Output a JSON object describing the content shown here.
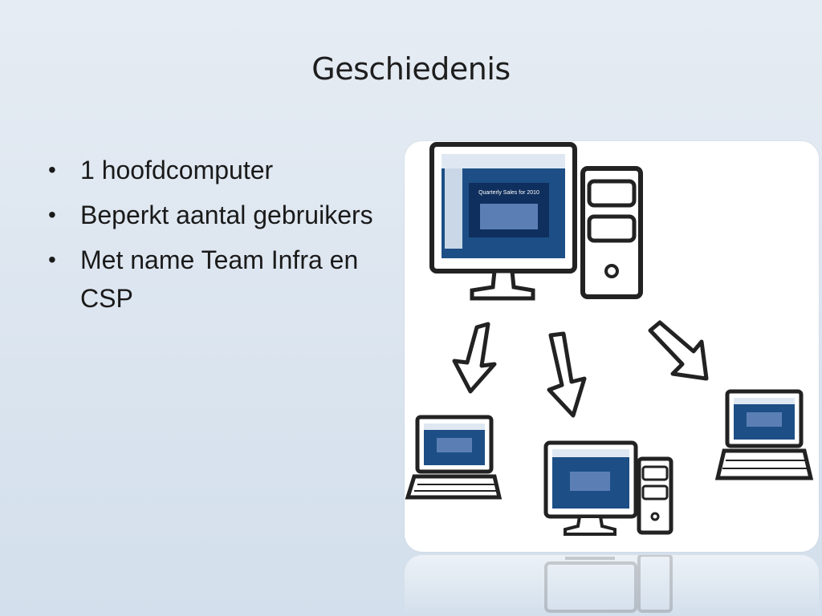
{
  "slide": {
    "title": "Geschiedenis",
    "bullets": [
      {
        "text": "1 hoofdcomputer"
      },
      {
        "text": "Beperkt aantal gebruikers"
      },
      {
        "text": "Met name Team Infra en CSP"
      }
    ]
  },
  "illustration": {
    "screen_caption": "Quarterly Sales for 2010",
    "colors": {
      "screen_blue": "#1d4f86",
      "outline": "#2a2a2a",
      "panel": "#f6f8fb"
    }
  }
}
